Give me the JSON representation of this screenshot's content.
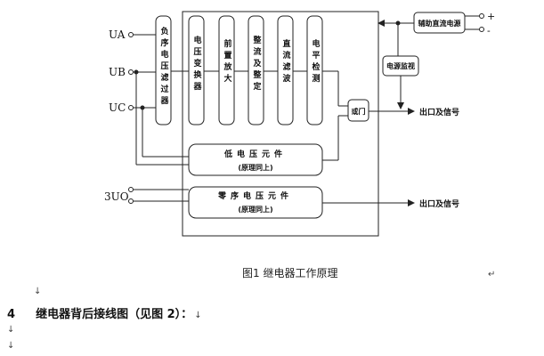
{
  "diagram": {
    "inputs": {
      "ua": "UA",
      "ub": "UB",
      "uc": "UC",
      "zero_seq": "3UO"
    },
    "power_terminals": {
      "plus": "+",
      "minus": "-"
    },
    "blocks": {
      "neg_seq_filter": "负序电压滤过器",
      "voltage_transformer": "电压变换器",
      "pre_amp": "前置放大",
      "rect_smooth": "整流及整定",
      "dc_filter": "直流滤波",
      "level_detect": "电平检测",
      "gate": "或门",
      "aux_dc_power": "辅助直流电源",
      "power_monitor": "电源监视",
      "low_voltage_title": "低电压元件",
      "low_voltage_sub": "(原理同上)",
      "zero_seq_title": "零序电压元件",
      "zero_seq_sub": "(原理同上)"
    },
    "outputs": {
      "out1": "出口及信号",
      "out2": "出口及信号"
    }
  },
  "caption": "图1 继电器工作原理",
  "marks": {
    "return_mark": "↵",
    "down_arrow": "↓"
  },
  "section": {
    "number": "4",
    "title": "继电器背后接线图（见图 2）："
  }
}
